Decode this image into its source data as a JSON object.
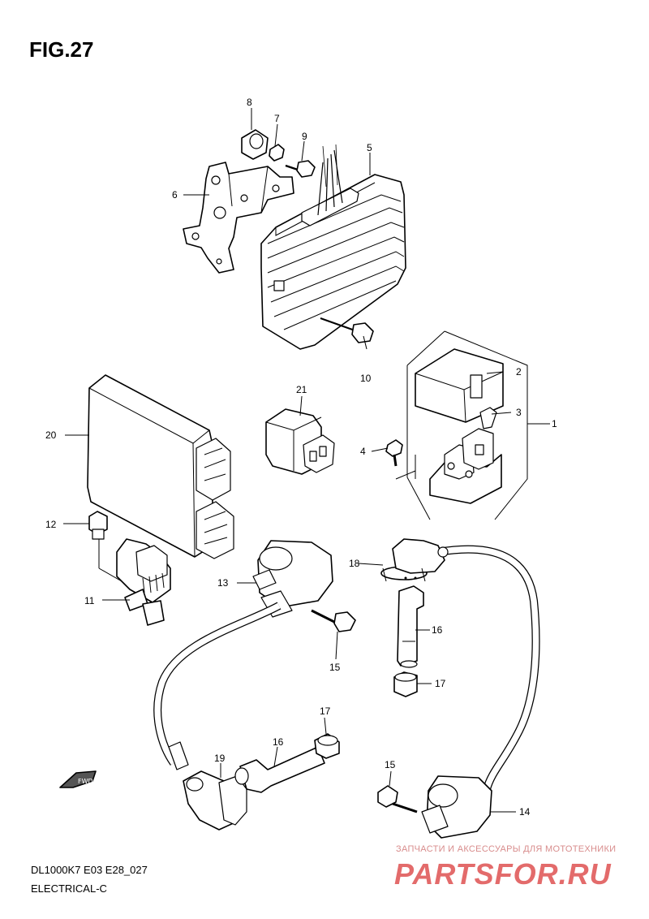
{
  "figure": {
    "title": "FIG.27",
    "model_code": "DL1000K7 E03 E28_027",
    "section": "ELECTRICAL-C"
  },
  "fwd_label": "FWD",
  "callouts": [
    "1",
    "2",
    "3",
    "4",
    "5",
    "6",
    "7",
    "8",
    "9",
    "10",
    "11",
    "12",
    "13",
    "14",
    "15",
    "16",
    "17",
    "18",
    "19",
    "20",
    "21"
  ],
  "callout_labels": {
    "c8": "8",
    "c7": "7",
    "c9": "9",
    "c5": "5",
    "c6": "6",
    "c10": "10",
    "c21": "21",
    "c2": "2",
    "c3": "3",
    "c1": "1",
    "c4": "4",
    "c20": "20",
    "c12": "12",
    "c11": "11",
    "c13": "13",
    "c15a": "15",
    "c18": "18",
    "c16a": "16",
    "c17a": "17",
    "c17b": "17",
    "c16b": "16",
    "c19": "19",
    "c15b": "15",
    "c14": "14"
  },
  "watermark": {
    "tagline": "ЗАПЧАСТИ И АКСЕССУАРЫ ДЛЯ МОТОТЕХНИКИ",
    "brand": "PARTSFOR.RU"
  }
}
